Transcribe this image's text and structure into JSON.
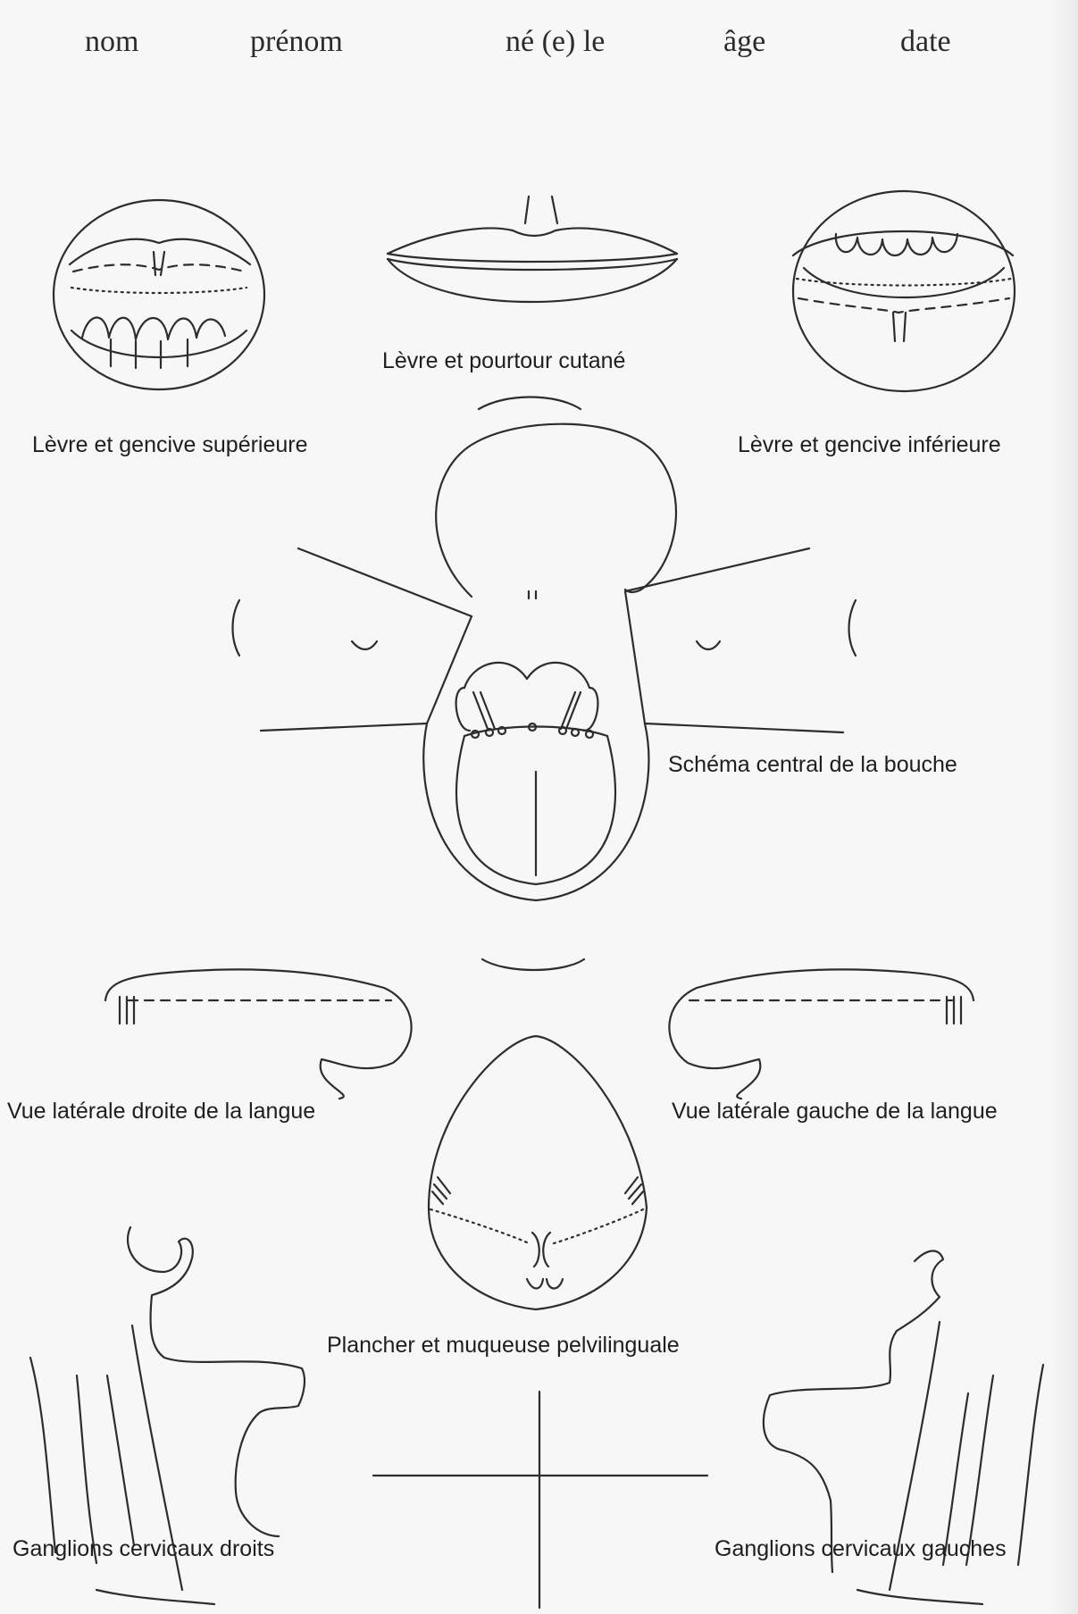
{
  "header": {
    "nom": "nom",
    "prenom": "prénom",
    "ne_le": "né (e) le",
    "age": "âge",
    "date": "date"
  },
  "labels": {
    "levre_pourtour": "Lèvre et pourtour cutané",
    "levre_gencive_sup": "Lèvre et gencive supérieure",
    "levre_gencive_inf": "Lèvre et gencive inférieure",
    "schema_central": "Schéma central de la bouche",
    "vue_laterale_droite": "Vue latérale droite de la langue",
    "vue_laterale_gauche": "Vue latérale gauche de la langue",
    "plancher": "Plancher et muqueuse pelvilinguale",
    "ganglions_droits": "Ganglions cervicaux droits",
    "ganglions_gauches": "Ganglions cervicaux gauches"
  }
}
